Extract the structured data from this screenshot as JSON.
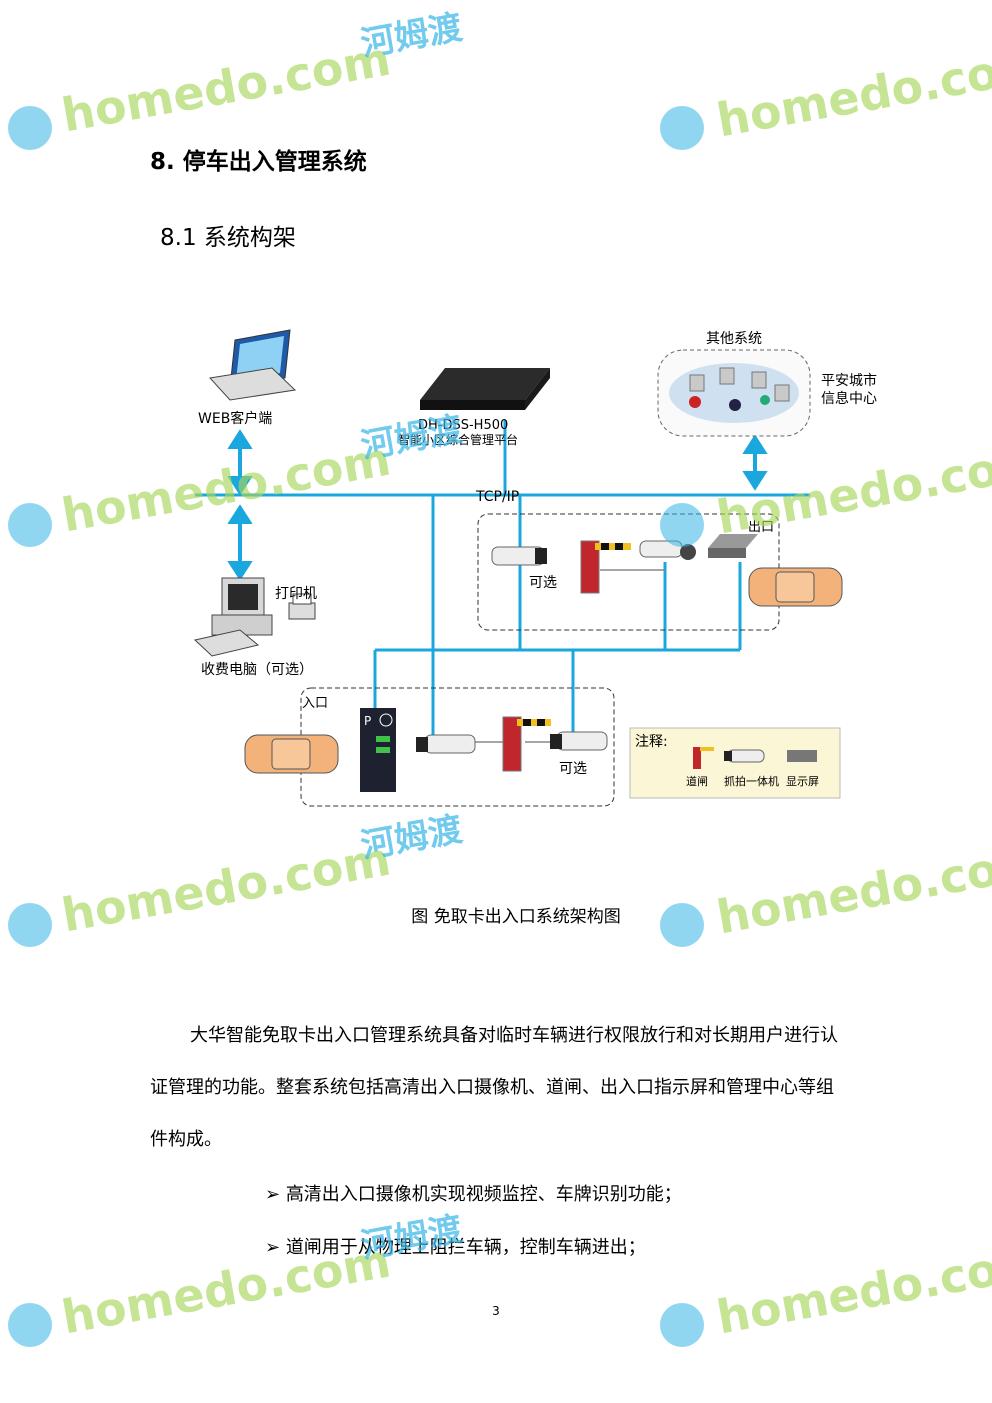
{
  "heading": "8. 停车出入管理系统",
  "subheading": "8.1 系统构架",
  "diagram": {
    "other_systems": "其他系统",
    "safe_city_line1": "平安城市",
    "safe_city_line2": "信息中心",
    "web_client": "WEB客户端",
    "platform_model": "DH-DSS-H500",
    "platform_name": "智能小区综合管理平台",
    "network": "TCP/IP",
    "exit": "出口",
    "optional_exit": "可选",
    "printer": "打印机",
    "toll_pc": "收费电脑（可选）",
    "entrance": "入口",
    "optional_entrance": "可选",
    "legend_title": "注释:",
    "legend_barrier": "道闸",
    "legend_camera": "抓拍一体机",
    "legend_display": "显示屏"
  },
  "caption": "图  免取卡出入口系统架构图",
  "paragraph": "大华智能免取卡出入口管理系统具备对临时车辆进行权限放行和对长期用户进行认证管理的功能。整套系统包括高清出入口摄像机、道闸、出入口指示屏和管理中心等组件构成。",
  "bullets": [
    "高清出入口摄像机实现视频监控、车牌识别功能；",
    "道闸用于从物理上阻拦车辆，控制车辆进出；"
  ],
  "page_number": "3",
  "watermark": {
    "latin": "homedo.com",
    "cjk": "河姆渡"
  },
  "colors": {
    "network": "#1aa7dd",
    "watermark_green": "#a6d65a",
    "watermark_blue": "#36b5e6"
  }
}
